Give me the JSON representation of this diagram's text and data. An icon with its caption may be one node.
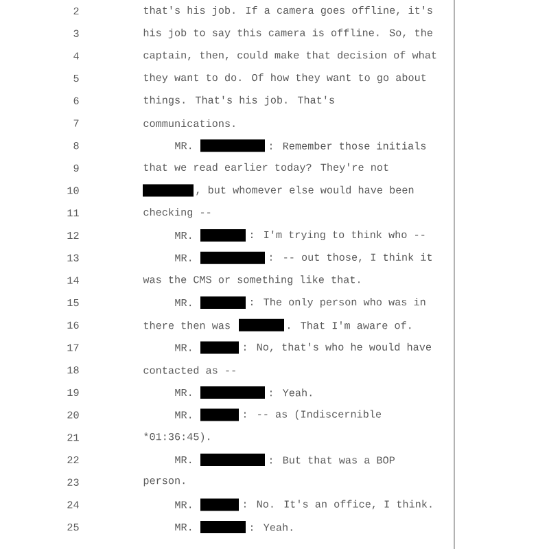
{
  "diagram": {
    "labels": [
      "2",
      "that's his job. If a camera goes offline, it's",
      "3",
      "his job to say this camera is offline. So, the",
      "4",
      "captain, then, could make that decision of what",
      "5",
      "they want to do. Of how they want to go about",
      "6",
      "things. That's his job. That's",
      "7",
      "communications.",
      "8",
      "MR.",
      ": Remember those initials",
      "9",
      "that we read earlier today? They're not",
      "10",
      ", but whomever else would have been",
      "11",
      "checking --",
      "12",
      "MR.",
      ": I'm trying to think who --",
      "13",
      "MR.",
      ": -- out those, I think it",
      "14",
      "was the CMS or something like that.",
      "15",
      "MR.",
      ": The only person who was in",
      "16",
      "there then was",
      ". That I'm aware of.",
      "17",
      "MR.",
      ": No, that's who he would have",
      "18",
      "contacted as --",
      "19",
      "MR.",
      ": Yeah.",
      "20",
      "MR.",
      ": -- as (Indiscernible",
      "21",
      "*01:36:45).",
      "22",
      "MR.",
      ": But that was a BOP",
      "23",
      "person.",
      "24",
      "MR.",
      ": No. It's an office, I think.",
      "25",
      "MR.",
      ": Yeah."
    ]
  }
}
